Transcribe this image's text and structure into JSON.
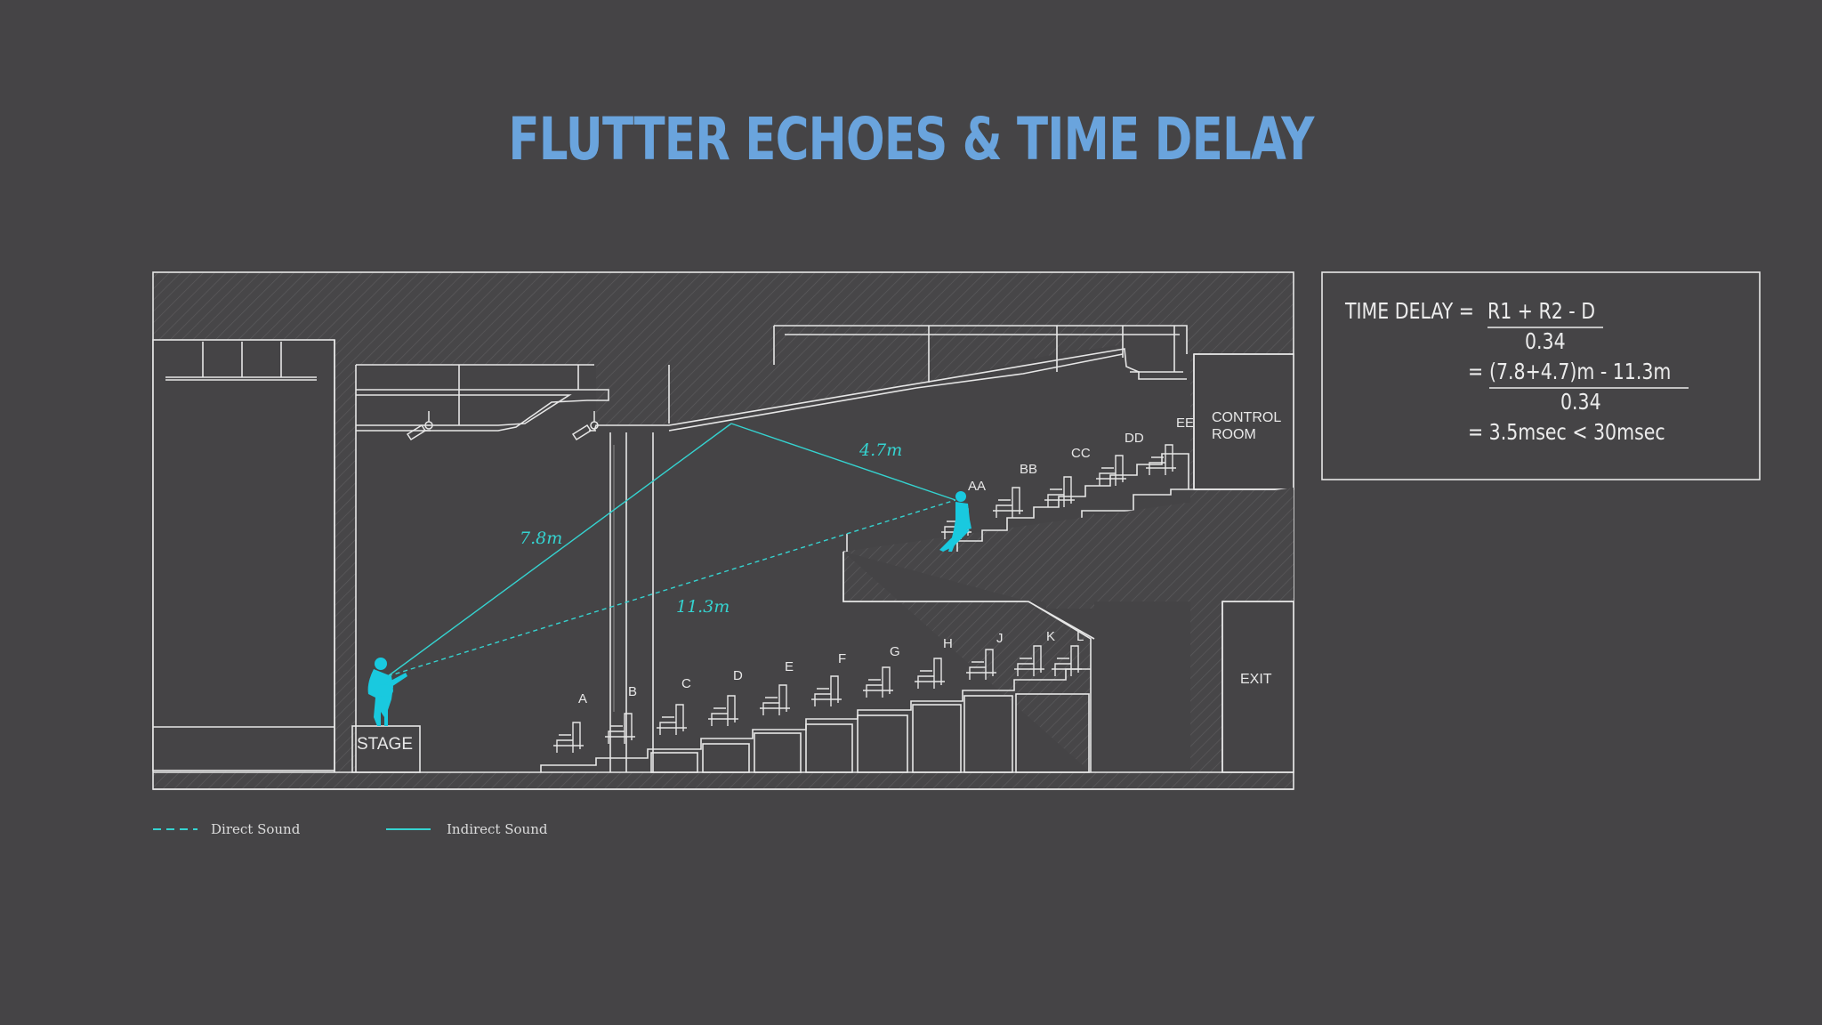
{
  "title": "FLUTTER ECHOES & TIME DELAY",
  "labels": {
    "stage": "STAGE",
    "control_room_line1": "CONTROL",
    "control_room_line2": "ROOM",
    "exit": "EXIT"
  },
  "measurements": {
    "r1": "7.8m",
    "r2": "4.7m",
    "d": "11.3m"
  },
  "rows": {
    "lower": [
      "A",
      "B",
      "C",
      "D",
      "E",
      "F",
      "G",
      "H",
      "J",
      "K",
      "L"
    ],
    "upper": [
      "AA",
      "BB",
      "CC",
      "DD",
      "EE"
    ]
  },
  "legend": {
    "direct": "Direct Sound",
    "indirect": "Indirect Sound"
  },
  "formula": {
    "line1_prefix": "TIME DELAY = ",
    "line1_numerator": "R1 + R2 - D",
    "line2_denominator": "0.34",
    "line3_prefix": "= ",
    "line3_numerator": "(7.8+4.7)m - 11.3m",
    "line4_denominator": "0.34",
    "line5": "= 3.5msec < 30msec"
  },
  "colors": {
    "title": "#6aa4dd",
    "sound": "#35d3d0",
    "figure": "#19c9df",
    "linework": "#e6e6e6",
    "background": "#454446"
  }
}
